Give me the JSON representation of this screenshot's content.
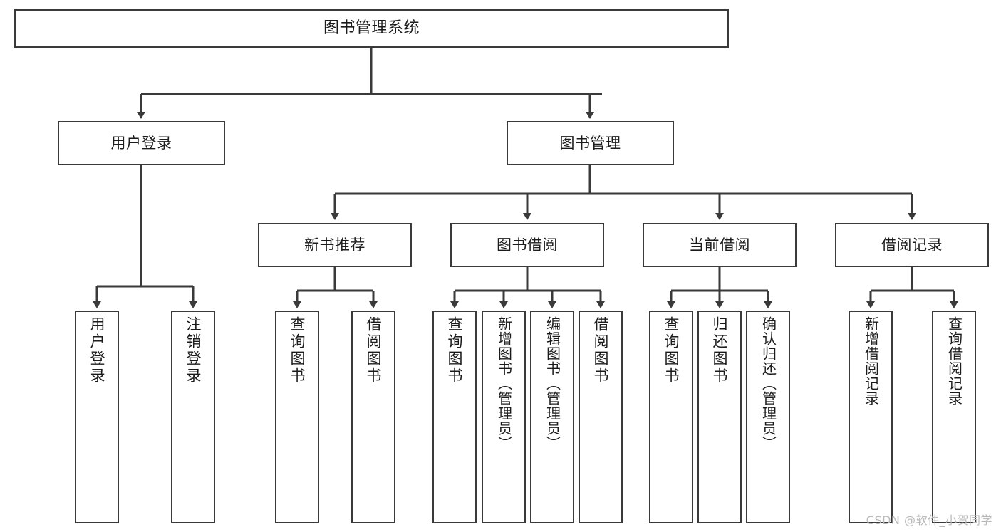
{
  "diagram": {
    "type": "tree-hierarchy-chart",
    "title": "图书管理系统",
    "background_color": "#ffffff",
    "line_color": "#3a3a3a",
    "text_color": "#1b1b1b"
  },
  "root": {
    "label": "图书管理系统"
  },
  "level1": [
    {
      "label": "用户登录"
    },
    {
      "label": "图书管理"
    }
  ],
  "level2": [
    {
      "label": "新书推荐"
    },
    {
      "label": "图书借阅"
    },
    {
      "label": "当前借阅"
    },
    {
      "label": "借阅记录"
    }
  ],
  "leaves": {
    "user_login": [
      {
        "label": "用户登录"
      },
      {
        "label": "注销登录"
      }
    ],
    "new_book": [
      {
        "label": "查询图书"
      },
      {
        "label": "借阅图书"
      }
    ],
    "book_borrow": [
      {
        "label": "查询图书"
      },
      {
        "label": "新增图书（管理员）"
      },
      {
        "label": "编辑图书（管理员）"
      },
      {
        "label": "借阅图书"
      }
    ],
    "current_borrow": [
      {
        "label": "查询图书"
      },
      {
        "label": "归还图书"
      },
      {
        "label": "确认归还（管理员）"
      }
    ],
    "borrow_record": [
      {
        "label": "新增借阅记录"
      },
      {
        "label": "查询借阅记录"
      }
    ]
  },
  "watermark": {
    "text": "CSDN @软件_小贺同学",
    "color": "#b9b9b9"
  }
}
